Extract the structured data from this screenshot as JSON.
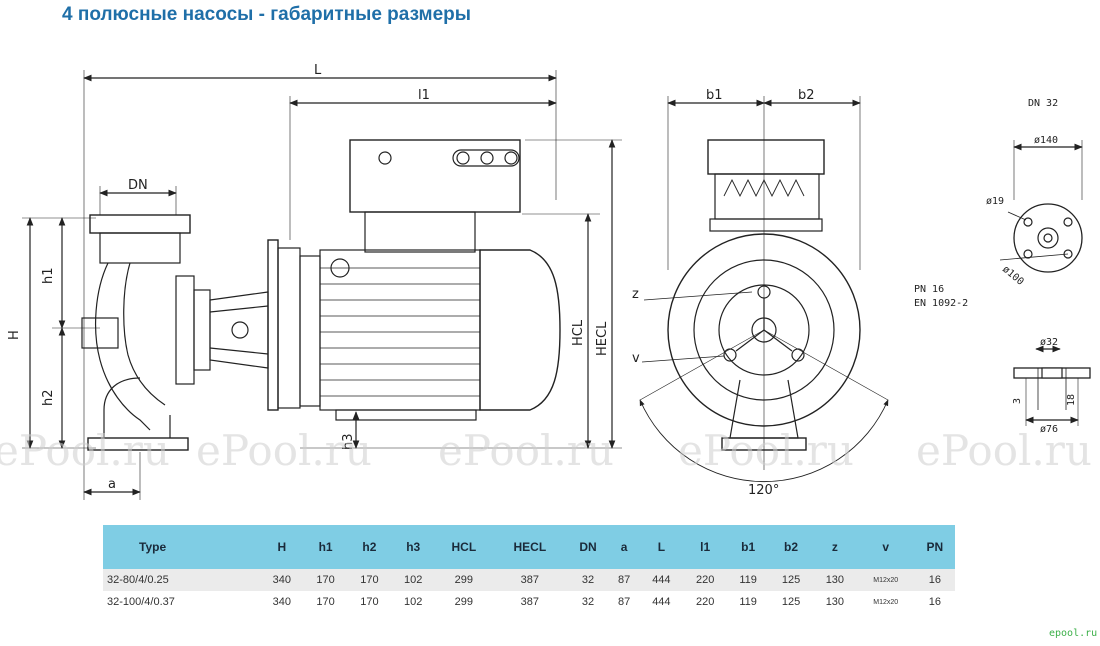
{
  "title": "4 полюсные насосы - габаритные размеры",
  "watermarks": [
    "ePool.ru",
    "ePool.ru",
    "ePool.ru",
    "ePool.ru",
    "ePool.ru"
  ],
  "corner_logo": "epool.ru",
  "drawing": {
    "dim_L": "L",
    "dim_l1": "l1",
    "dim_DN": "DN",
    "dim_H": "H",
    "dim_h1": "h1",
    "dim_h2": "h2",
    "dim_h3": "h3",
    "dim_a": "a",
    "dim_HCL": "HCL",
    "dim_HECL": "HECL",
    "dim_b1": "b1",
    "dim_b2": "b2",
    "dim_z": "z",
    "dim_v": "v",
    "angle": "120°",
    "flange_dn": "DN 32",
    "flange_d140": "ø140",
    "flange_d19": "ø19",
    "flange_d100": "ø100",
    "pn_text": "PN 16",
    "en_text": "EN 1092-2",
    "gasket_d32": "ø32",
    "gasket_d76": "ø76",
    "gasket_3": "3",
    "gasket_18": "18"
  },
  "table": {
    "headers": [
      "Type",
      "H",
      "h1",
      "h2",
      "h3",
      "HCL",
      "HECL",
      "DN",
      "a",
      "L",
      "l1",
      "b1",
      "b2",
      "z",
      "v",
      "PN"
    ],
    "rows": [
      [
        "32-80/4/0.25",
        "340",
        "170",
        "170",
        "102",
        "299",
        "387",
        "32",
        "87",
        "444",
        "220",
        "119",
        "125",
        "130",
        "M12x20",
        "16"
      ],
      [
        "32-100/4/0.37",
        "340",
        "170",
        "170",
        "102",
        "299",
        "387",
        "32",
        "87",
        "444",
        "220",
        "119",
        "125",
        "130",
        "M12x20",
        "16"
      ]
    ]
  }
}
